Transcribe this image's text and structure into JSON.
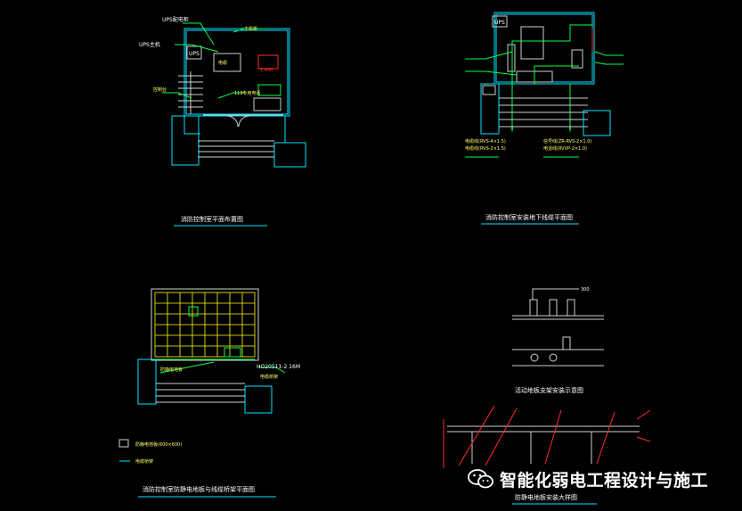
{
  "drawings": {
    "top_left": {
      "title": "消防控制室平面布置图",
      "labels": {
        "ups_cabinet": "UPS配电柜",
        "ups_host": "UPS主机",
        "ups_tag": "UPS",
        "host_cabinet": "主机柜",
        "console": "控制台",
        "pc_label": "119专用电话",
        "note_red": "2.400",
        "note_cable": "电缆"
      }
    },
    "top_right": {
      "title": "消防控制室安装地下线缆平面图",
      "labels": {
        "ups_tag": "UPS",
        "legend": [
          "电缆线(RVS-4×1.5)",
          "电缆线(RVS-2×1.5)",
          "信号线(ZR-RVS-2×1.0)",
          "电话线(RVVP-2×1.0)"
        ]
      }
    },
    "bottom_left": {
      "title": "消防控制室防静电地板与线缆桥架平面图",
      "labels": {
        "grid_label": "防静电地板",
        "tray_label": "电缆桥架",
        "spec": "HO20511-2.16M",
        "legend_box": "防静电地板(600×600)",
        "legend_line": "电缆桥架"
      }
    },
    "bottom_right": {
      "title_mid": "活动地板支架安装示意图",
      "title_bottom": "防静电地板安装大样图",
      "labels": {
        "dim": "300"
      }
    }
  },
  "watermark": {
    "text": "智能化弱电工程设计与施工",
    "icon": "wechat-icon"
  },
  "colors": {
    "background": "#000000",
    "cyan": "#00e5ff",
    "green": "#00ff44",
    "red": "#ff2a2a",
    "yellow": "#ffff66"
  }
}
